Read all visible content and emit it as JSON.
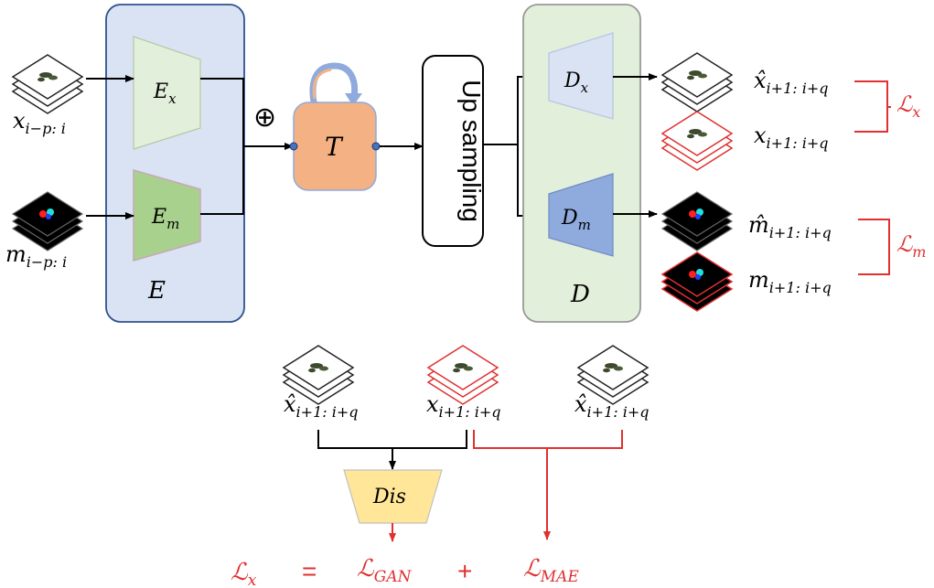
{
  "encoder": {
    "label": "E",
    "ex": {
      "base": "E",
      "sub": "x"
    },
    "em": {
      "base": "E",
      "sub": "m"
    }
  },
  "inputs": {
    "x": {
      "base": "x",
      "sub": "i−p: i"
    },
    "m": {
      "base": "m",
      "sub": "i−p: i"
    }
  },
  "fusion_symbol": "⊕",
  "transformer_label": "T",
  "upsampling_label": "Up sampling",
  "decoder": {
    "label": "D",
    "dx": {
      "base": "D",
      "sub": "x"
    },
    "dm": {
      "base": "D",
      "sub": "m"
    }
  },
  "outputs": {
    "xhat": {
      "base": "x̂",
      "sub": "i+1: i+q"
    },
    "x": {
      "base": "x",
      "sub": "i+1: i+q"
    },
    "mhat": {
      "base": "m̂",
      "sub": "i+1: i+q"
    },
    "m": {
      "base": "m",
      "sub": "i+1: i+q"
    }
  },
  "losses": {
    "lx": {
      "base": "ℒ",
      "sub": "x"
    },
    "lm": {
      "base": "ℒ",
      "sub": "m"
    }
  },
  "bottom": {
    "xhat1": {
      "base": "x̂",
      "sub": "i+1: i+q"
    },
    "x": {
      "base": "x",
      "sub": "i+1: i+q"
    },
    "xhat2": {
      "base": "x̂",
      "sub": "i+1: i+q"
    },
    "dis_label": "Dis",
    "eq_lhs": {
      "base": "ℒ",
      "sub": "x"
    },
    "eq_sign": "=",
    "gan": {
      "base": "ℒ",
      "sub": "GAN"
    },
    "plus": "+",
    "mae": {
      "base": "ℒ",
      "sub": "MAE"
    }
  },
  "colors": {
    "encoder_bg": "#dae3f3",
    "encoder_border": "#2f528f",
    "ex_fill": "#e2efda",
    "em_fill": "#a9d18e",
    "t_fill": "#f4b183",
    "decoder_bg": "#e2efda",
    "dx_fill": "#dae3f3",
    "dm_fill": "#8faadc",
    "dis_fill": "#ffe699",
    "loss_red": "#e03030"
  }
}
